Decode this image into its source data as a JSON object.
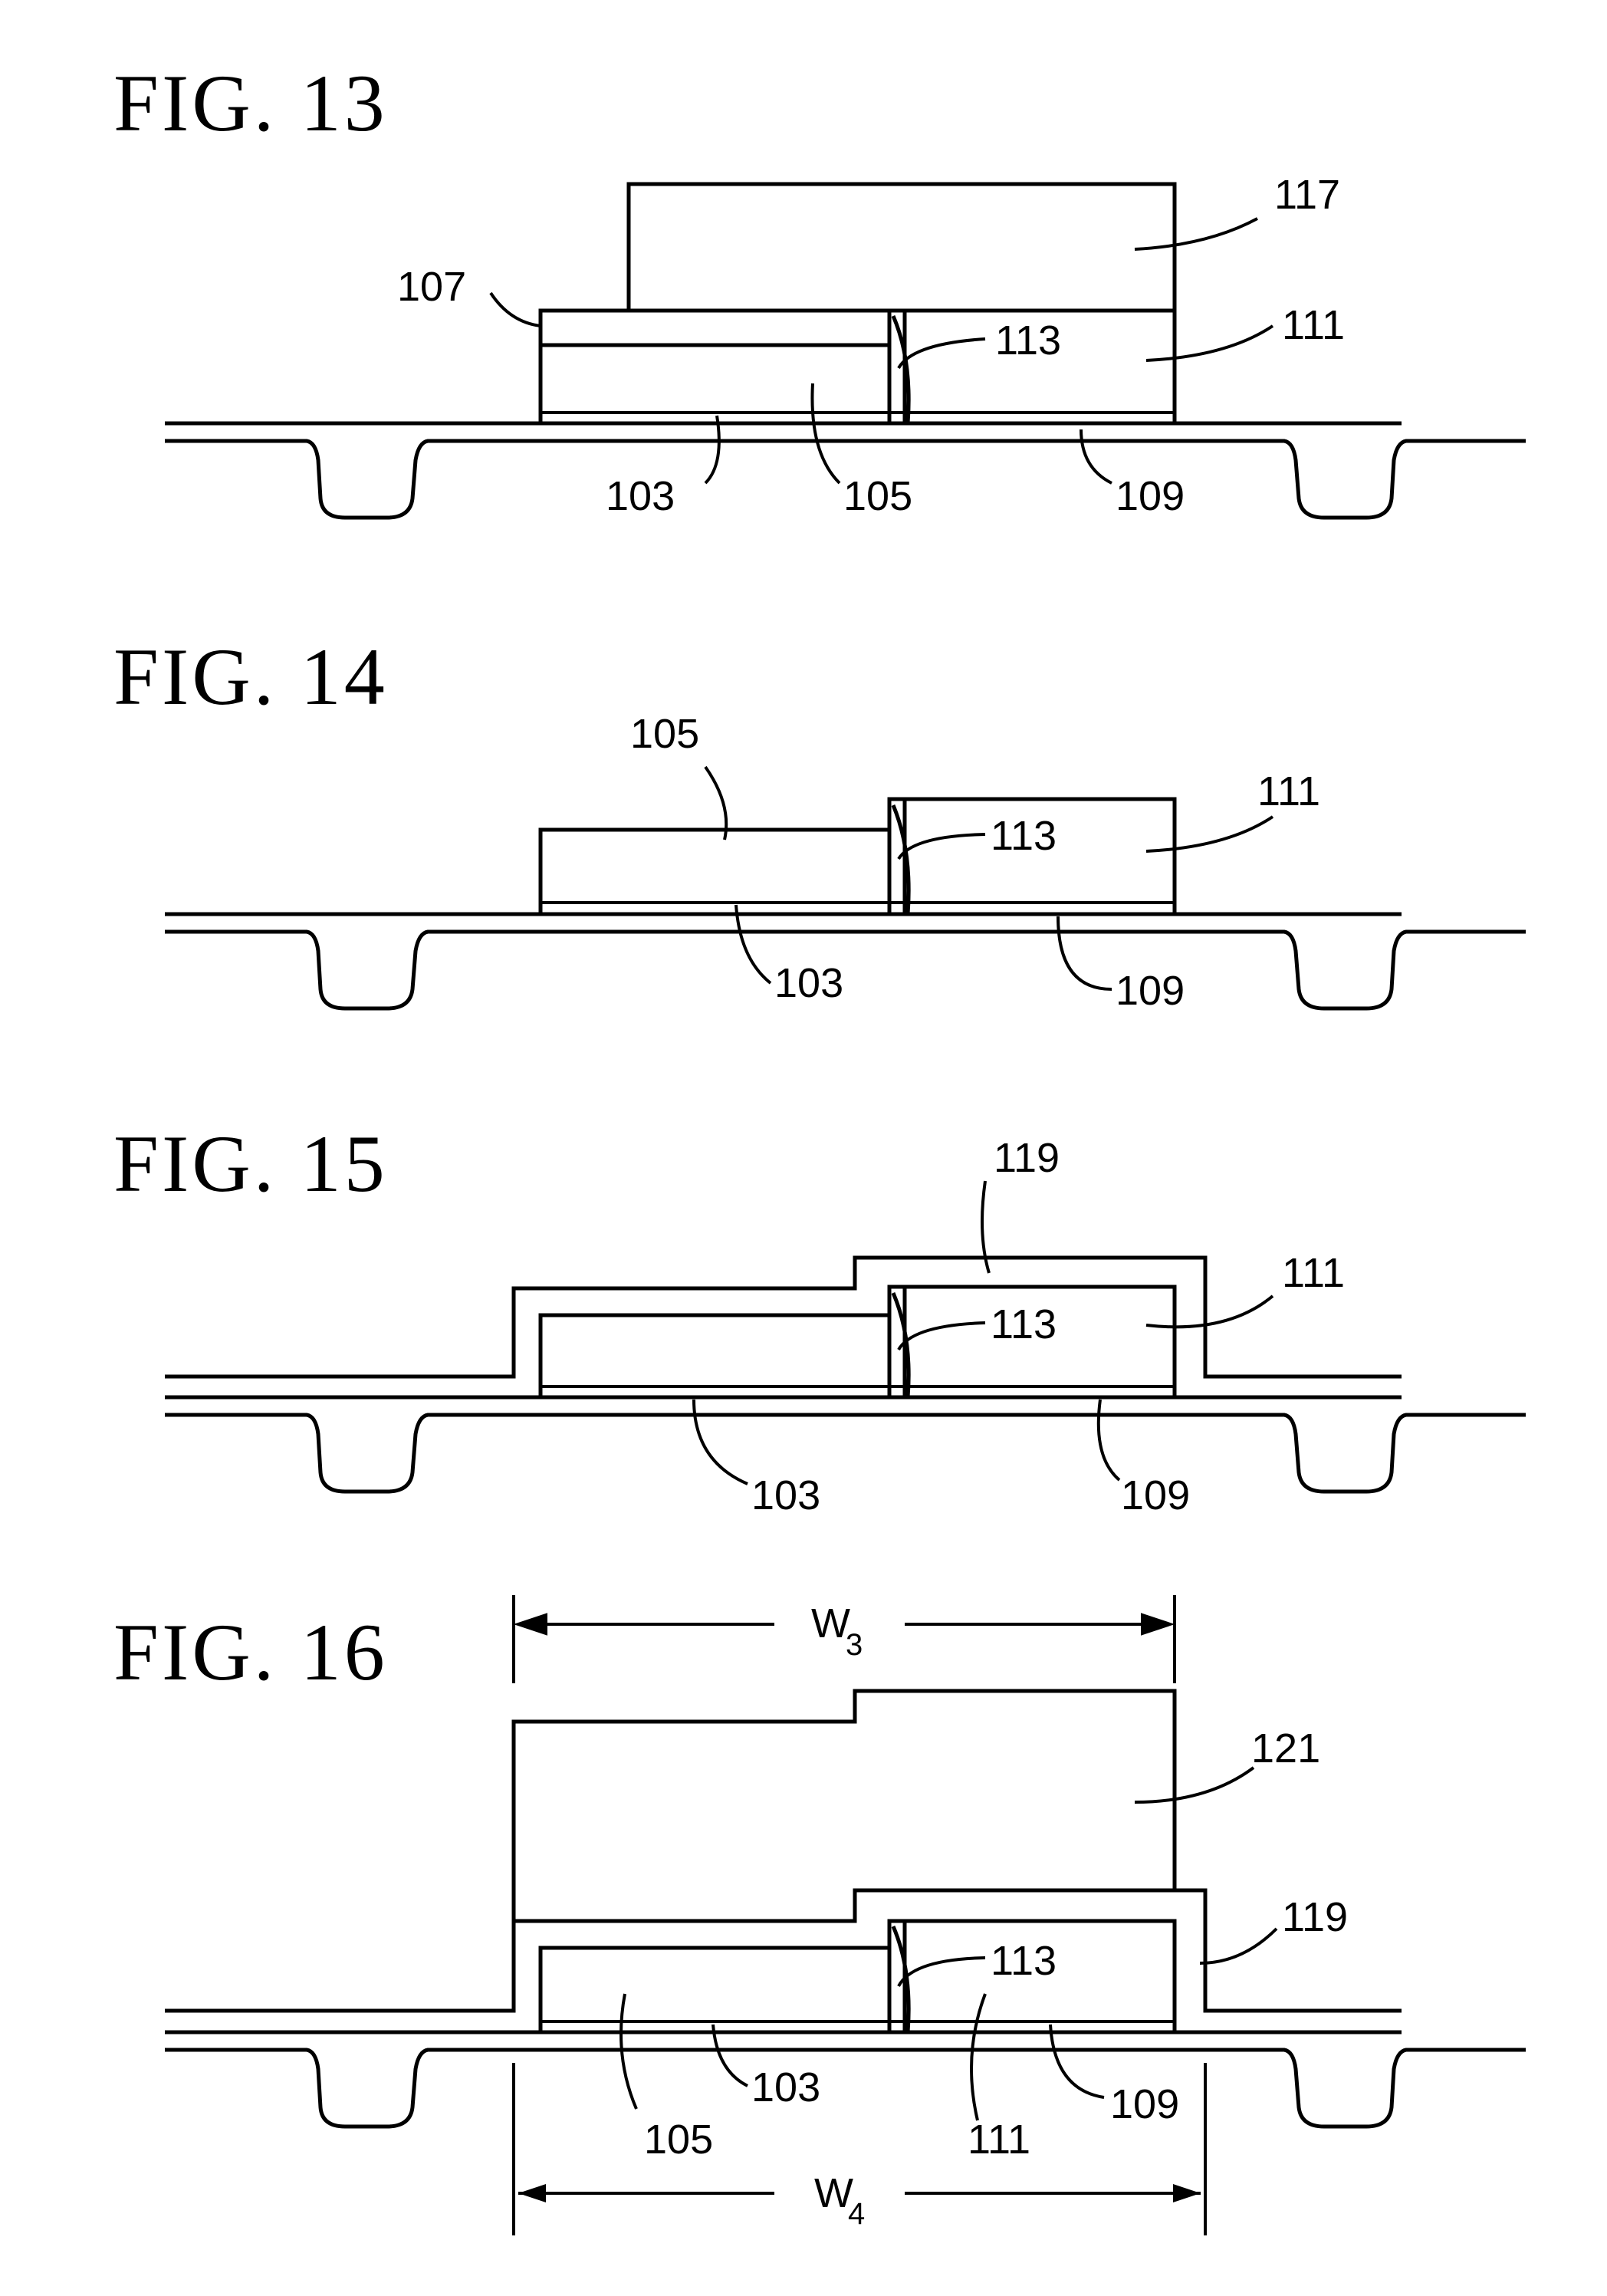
{
  "figures": [
    {
      "title": "FIG. 13",
      "labels": {
        "l117": "117",
        "l107": "107",
        "l113": "113",
        "l111": "111",
        "l103": "103",
        "l105": "105",
        "l109": "109"
      }
    },
    {
      "title": "FIG. 14",
      "labels": {
        "l105": "105",
        "l113": "113",
        "l111": "111",
        "l103": "103",
        "l109": "109"
      }
    },
    {
      "title": "FIG. 15",
      "labels": {
        "l119": "119",
        "l113": "113",
        "l111": "111",
        "l103": "103",
        "l109": "109"
      }
    },
    {
      "title": "FIG. 16",
      "labels": {
        "w3": "W",
        "w3_sub": "3",
        "l121": "121",
        "l119": "119",
        "l113": "113",
        "l105": "105",
        "l103": "103",
        "l111": "111",
        "l109": "109",
        "w4": "W",
        "w4_sub": "4"
      }
    }
  ]
}
